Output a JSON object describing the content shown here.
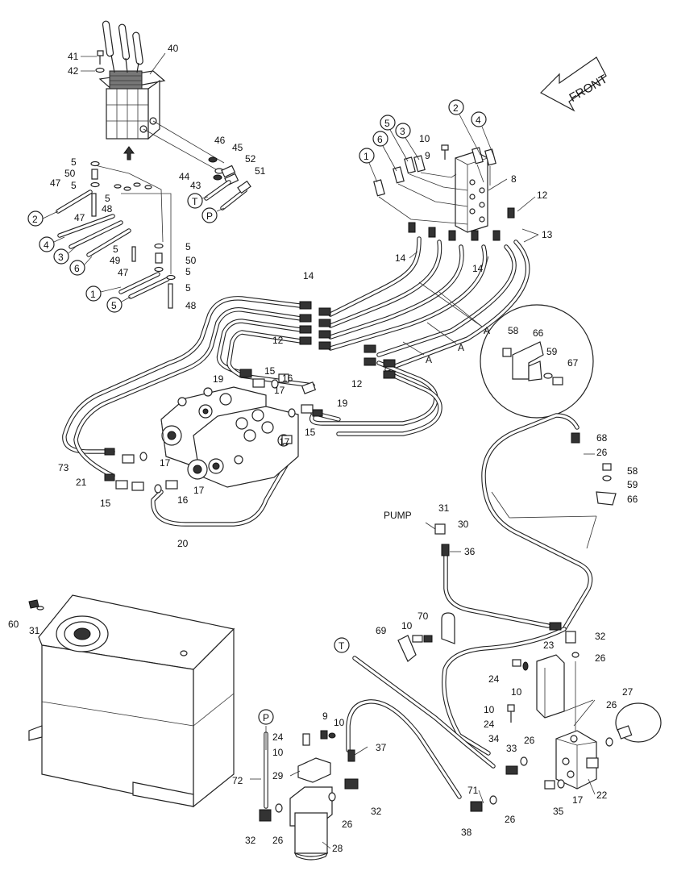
{
  "direction_label": "FRONT",
  "pump_label": "PUMP",
  "port_markers": [
    "1",
    "2",
    "3",
    "4",
    "5",
    "6",
    "T",
    "P"
  ],
  "view_marker": "A",
  "part_numbers": [
    "5",
    "8",
    "9",
    "10",
    "12",
    "13",
    "14",
    "15",
    "16",
    "17",
    "19",
    "20",
    "21",
    "22",
    "23",
    "24",
    "26",
    "27",
    "28",
    "29",
    "30",
    "31",
    "32",
    "33",
    "34",
    "35",
    "36",
    "37",
    "38",
    "40",
    "41",
    "42",
    "43",
    "44",
    "45",
    "46",
    "47",
    "48",
    "49",
    "50",
    "51",
    "52",
    "58",
    "59",
    "60",
    "66",
    "67",
    "68",
    "69",
    "70",
    "71",
    "72",
    "73"
  ]
}
